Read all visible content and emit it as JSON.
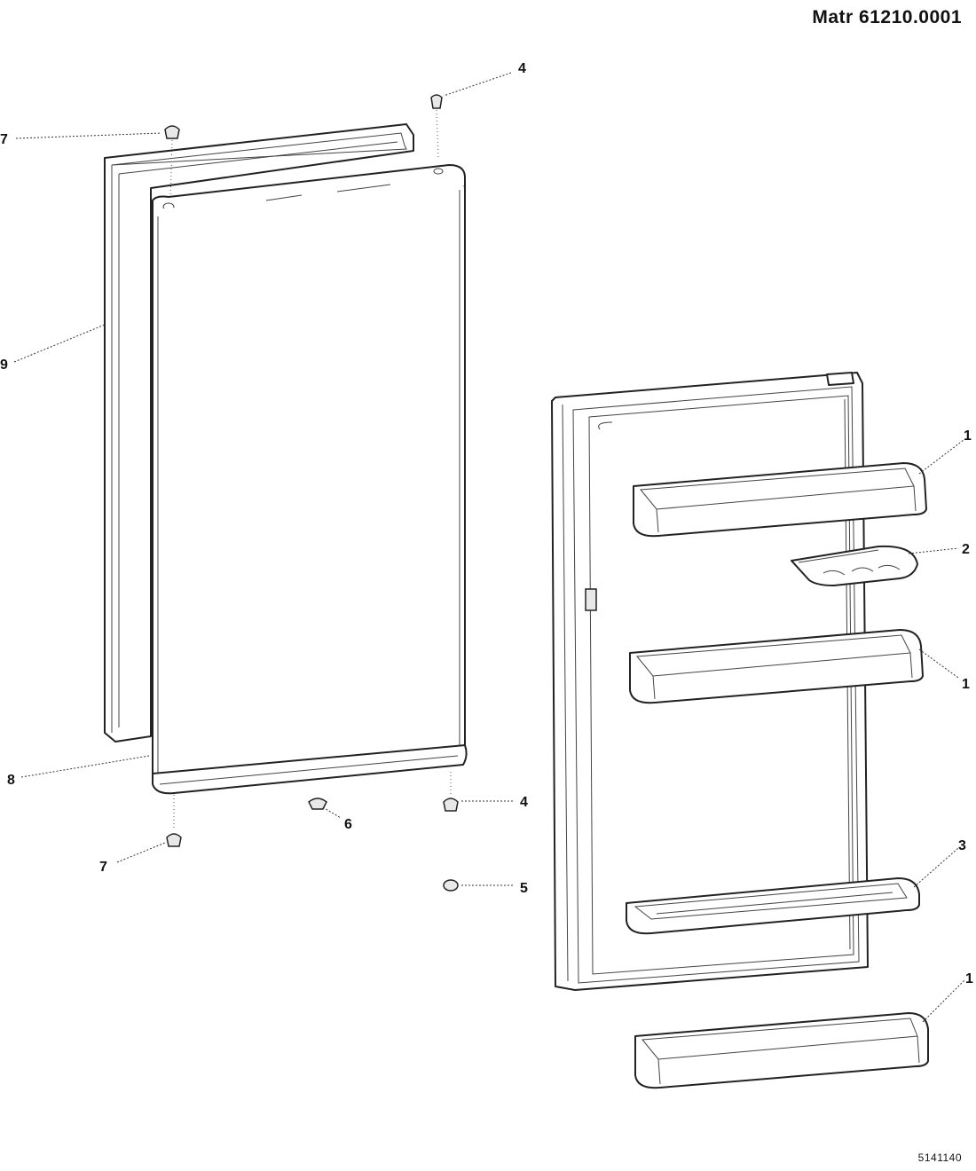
{
  "header": {
    "title": "Matr  61210.0001"
  },
  "footer": {
    "drawing_code": "5141140"
  },
  "callouts": {
    "top_right_4": "4",
    "top_left_7": "7",
    "left_9": "9",
    "left_8": "8",
    "bottom_4": "4",
    "bottom_6": "6",
    "bottom_7": "7",
    "bottom_5": "5",
    "shelf_upper_1": "1",
    "egg_tray_2": "2",
    "shelf_middle_1": "1",
    "shelf_bottle_3": "3",
    "shelf_loose_1": "1"
  }
}
